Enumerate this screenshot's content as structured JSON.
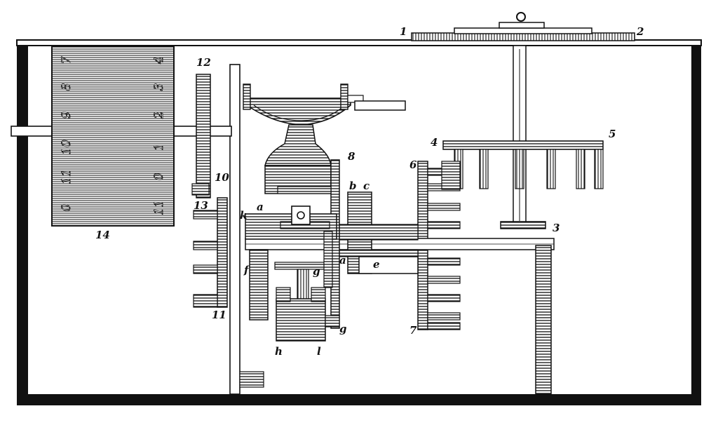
{
  "colors": {
    "ink": "#111111",
    "paper": "#ffffff"
  },
  "labels": {
    "n1": "1",
    "n2": "2",
    "n3": "3",
    "n4": "4",
    "n5": "5",
    "n6": "6",
    "n7": "7",
    "n8": "8",
    "n10": "10",
    "n11": "11",
    "n12": "12",
    "n13": "13",
    "n14": "14",
    "a_top": "a",
    "a_low": "a",
    "b": "b",
    "c": "c",
    "e": "e",
    "f": "f",
    "g_mid": "g",
    "g_low": "g",
    "h": "h",
    "k": "k",
    "l": "l"
  },
  "drum_dial": {
    "left_column": [
      "7",
      "8",
      "9",
      "10",
      "11",
      "0"
    ],
    "right_column": [
      "4",
      "3",
      "2",
      "1",
      "0",
      "11"
    ]
  }
}
